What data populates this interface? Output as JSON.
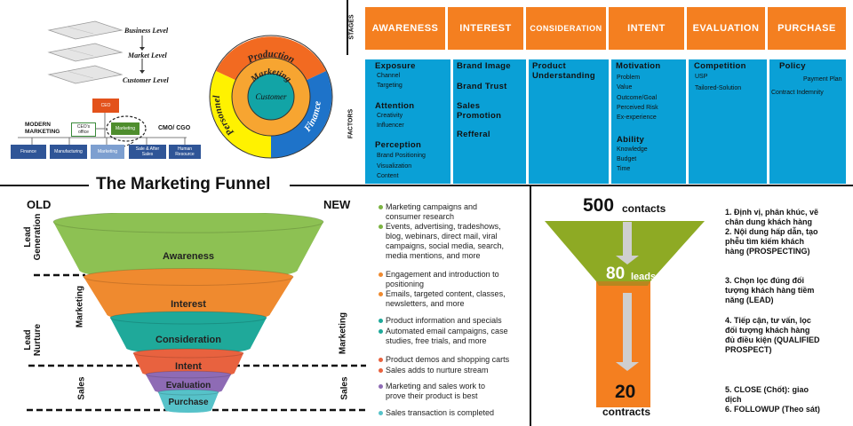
{
  "levels": {
    "business": "Business Level",
    "market": "Market Level",
    "customer": "Customer Level"
  },
  "org": {
    "ceo": "CEO",
    "ceo_office": "CEO's office",
    "marketing": "Marketing",
    "modern_marketing": "MODERN\nMARKETING",
    "cmo_cgo": "CMO/ CGO",
    "departments": [
      "Finance",
      "Manufacturing",
      "Marketing",
      "Sale & After\nSales",
      "Human\nResource"
    ]
  },
  "circle": {
    "center": "Customer",
    "inner": "Marketing",
    "production": "Production",
    "personnel": "Personnel",
    "finance": "Finance"
  },
  "stages_label": "STAGES",
  "factors_label": "FACTORS",
  "stages": [
    "AWARENESS",
    "INTEREST",
    "CONSIDERATION",
    "INTENT",
    "EVALUATION",
    "PURCHASE"
  ],
  "factors": {
    "awareness": {
      "exposure": "Exposure",
      "channel": "Channel",
      "targeting": "Targeting",
      "attention": "Attention",
      "creativity": "Creativity",
      "influencer": "Influencer",
      "perception": "Perception",
      "brand_positioning": "Brand Positioning",
      "visualization": "Visualization",
      "content": "Content"
    },
    "interest": [
      "Brand Image",
      "Brand Trust",
      "Sales\nPromotion",
      "Refferal"
    ],
    "consideration": "Product\nUnderstanding",
    "intent": {
      "motivation": "Motivation",
      "items": [
        "Problem",
        "Value",
        "Outcome/Goal",
        "Perceived Risk",
        "Ex-experience"
      ],
      "ability": "Ability",
      "ability_items": [
        "Knowledge",
        "Budget",
        "Time"
      ]
    },
    "evaluation": {
      "title": "Competition",
      "items": [
        "USP",
        "Tailored-Solution"
      ]
    },
    "purchase": {
      "title": "Policy",
      "items": [
        "Payment Plan",
        "Contract Indemnity"
      ]
    }
  },
  "funnel": {
    "title": "The Marketing Funnel",
    "old": "OLD",
    "new": "NEW",
    "layers": [
      "Awareness",
      "Interest",
      "Consideration",
      "Intent",
      "Evaluation",
      "Purchase"
    ],
    "layer_colors": [
      "#8dc153",
      "#ef8a2f",
      "#1fa99a",
      "#e8623f",
      "#8e6bb5",
      "#56c2c9"
    ],
    "left_labels": [
      "Lead\nGeneration",
      "Marketing",
      "Lead\nNurture",
      "Sales"
    ],
    "right_labels": [
      "Marketing",
      "Sales"
    ],
    "bullets": [
      {
        "text": "Marketing campaigns and\nconsumer research",
        "color": "#7cb342"
      },
      {
        "text": "Events, advertising, tradeshows,\nblog, webinars, direct mail, viral\ncampaigns, social media, search,\nmedia mentions, and more",
        "color": "#7cb342"
      },
      {
        "text": "Engagement and introduction to\npositioning",
        "color": "#ef8a2f"
      },
      {
        "text": "Emails, targeted content, classes,\nnewsletters, and more",
        "color": "#ef8a2f"
      },
      {
        "text": "Product information and specials",
        "color": "#1fa99a"
      },
      {
        "text": "Automated email campaigns, case\nstudies, free trials, and more",
        "color": "#1fa99a"
      },
      {
        "text": "Product demos and shopping carts",
        "color": "#e8623f"
      },
      {
        "text": "Sales adds to nurture stream",
        "color": "#e8623f"
      },
      {
        "text": "Marketing and sales work to\nprove their product is best",
        "color": "#8e6bb5"
      },
      {
        "text": "Sales transaction is completed",
        "color": "#56c2c9"
      }
    ]
  },
  "conversion": {
    "contacts_num": "500",
    "contacts_label": "contacts",
    "leads_num": "80",
    "leads_label": "leads",
    "contracts_num": "20",
    "contracts_label": "contracts",
    "steps": [
      "1. Định vị, phân khúc, vẽ\nchân dung khách hàng\n2. Nội dung hấp dẫn, tạo\nphễu tìm kiếm khách\nhàng (PROSPECTING)",
      "3. Chọn lọc đúng đối\ntượng khách hàng tiềm\nnăng (LEAD)",
      "4. Tiếp cận, tư vấn, lọc\nđối tượng khách hàng\nđủ điều kiện (QUALIFIED\nPROSPECT)",
      "5. CLOSE (Chốt): giao\ndịch\n6. FOLLOWUP (Theo sát)"
    ]
  }
}
